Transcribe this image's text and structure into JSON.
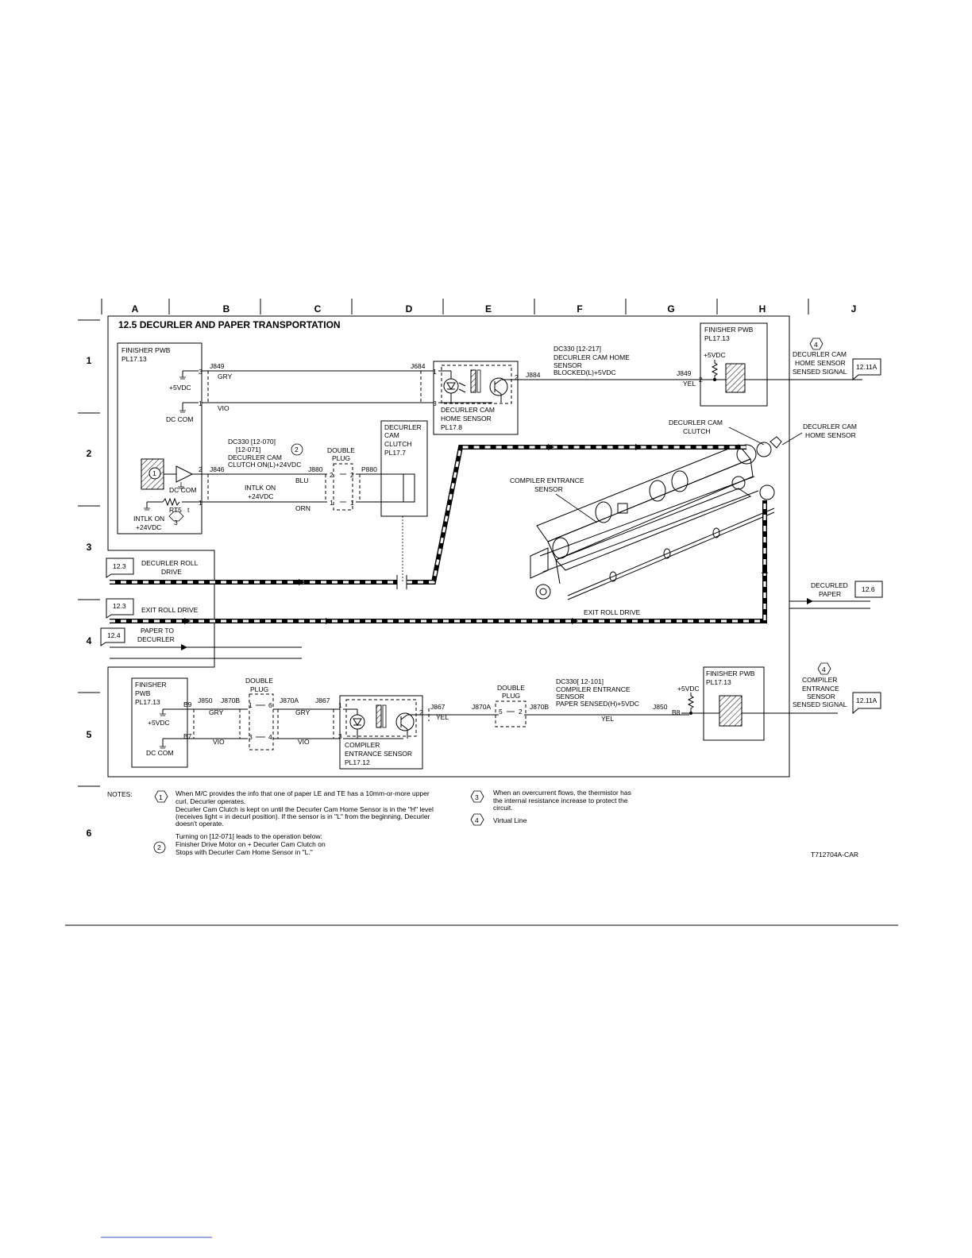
{
  "diagram": {
    "title": "12.5 DECURLER AND PAPER TRANSPORTATION",
    "columns": [
      "A",
      "B",
      "C",
      "D",
      "E",
      "F",
      "G",
      "H",
      "J"
    ],
    "rows": [
      "1",
      "2",
      "3",
      "4",
      "5",
      "6"
    ],
    "figure_id": "T712704A-CAR",
    "top_left_pwb": {
      "name": "FINISHER PWB",
      "pl": "PL17.13",
      "plus5": "+5VDC",
      "dccom": "DC COM",
      "dccom2": "DC COM",
      "intlk": "INTLK ON",
      "intlk_v": "+24VDC",
      "rt": "RT5",
      "rt_t": "t",
      "pins": [
        "3",
        "1",
        "2",
        "1"
      ]
    },
    "wire_j849_left": {
      "conn": "J849",
      "color_top": "GRY",
      "color_bot": "VIO"
    },
    "j684": {
      "conn": "J684",
      "pin1": "1",
      "pin3": "3",
      "pin2": "2",
      "conn_right": "J884"
    },
    "cam_home_sensor": {
      "l1": "DECURLER CAM",
      "l2": "HOME SENSOR",
      "pl": "PL17.8"
    },
    "dc330_top": {
      "l1": "DC330 [12-217]",
      "l2": "DECURLER CAM HOME",
      "l3": "SENSOR",
      "l4": "BLOCKED(L)+5VDC"
    },
    "wire_j849_right": {
      "conn": "J849",
      "color": "YEL",
      "pin": "2"
    },
    "top_right_pwb": {
      "name": "FINISHER PWB",
      "pl": "PL17.13",
      "plus5": "+5VDC"
    },
    "signal_top": {
      "num": "4",
      "l1": "DECURLER CAM",
      "l2": "HOME SENSOR",
      "l3": "SENSED SIGNAL",
      "ref": "12.11A"
    },
    "dc330_mid": {
      "l1": "DC330 [12-070]",
      "l2": "[12-071]",
      "l3": "DECURLER CAM",
      "l4": "CLUTCH ON(L)+24VDC",
      "num": "2"
    },
    "wire_j846": {
      "conn": "J846",
      "pin": "2",
      "color_top": "BLU",
      "color_bot": "ORN",
      "intlk": "INTLK ON",
      "intlk_v": "+24VDC"
    },
    "double_plug_1": {
      "l1": "DOUBLE",
      "l2": "PLUG",
      "conn": "J880",
      "p2a": "2",
      "p2b": "2",
      "p1a": "1",
      "p1b": "1",
      "conn_p": "P880"
    },
    "clutch_box": {
      "l1": "DECURLER",
      "l2": "CAM",
      "l3": "CLUTCH",
      "pl": "PL17.7"
    },
    "labels_right": {
      "clutch_l1": "DECURLER CAM",
      "clutch_l2": "CLUTCH",
      "home_l1": "DECURLER CAM",
      "home_l2": "HOME SENSOR"
    },
    "compiler_label": {
      "l1": "COMPILER ENTRANCE",
      "l2": "SENSOR"
    },
    "drives": {
      "decurler_roll": {
        "ref": "12.3",
        "l1": "DECURLER ROLL",
        "l2": "DRIVE"
      },
      "exit_roll": {
        "ref": "12.3",
        "label": "EXIT ROLL DRIVE"
      },
      "paper_to": {
        "ref": "12.4",
        "l1": "PAPER TO",
        "l2": "DECURLER"
      },
      "decurled": {
        "ref": "12.6",
        "l1": "DECURLED",
        "l2": "PAPER"
      },
      "exit_roll_mid": "EXIT ROLL DRIVE"
    },
    "bottom": {
      "pwb_l1": "FINISHER",
      "pwb_l2": "PWB",
      "pwb_pl": "PL17.13",
      "plus5": "+5VDC",
      "dccom": "DC COM",
      "b9": "B9",
      "b7": "B7",
      "j850": "J850",
      "j870b": "J870B",
      "gry": "GRY",
      "vio": "VIO",
      "dp_l1": "DOUBLE",
      "dp_l2": "PLUG",
      "dp_1": "1",
      "dp_6": "6",
      "dp_3": "3",
      "dp_4": "4",
      "j870a": "J870A",
      "j867": "J867",
      "gry2": "GRY",
      "vio2": "VIO",
      "s_pin1": "1",
      "s_pin3": "3",
      "s_pin2": "2",
      "sens_l1": "COMPILER",
      "sens_l2": "ENTRANCE SENSOR",
      "sens_pl": "PL17.12",
      "j867r": "J867",
      "yel": "YEL",
      "j870a_r": "J870A",
      "dp2_l1": "DOUBLE",
      "dp2_l2": "PLUG",
      "dp2_5": "5",
      "dp2_2": "2",
      "j870b_r": "J870B",
      "dc_l1": "DC330[ 12-101]",
      "dc_l2": "COMPILER ENTRANCE",
      "dc_l3": "SENSOR",
      "dc_l4": "PAPER SENSED(H)+5VDC",
      "yel2": "YEL",
      "j850r": "J850",
      "b8": "B8",
      "plus5r": "+5VDC",
      "pwb2_name": "FINISHER PWB",
      "pwb2_pl": "PL17.13",
      "sig_num": "4",
      "sig_l1": "COMPILER",
      "sig_l2": "ENTRANCE",
      "sig_l3": "SENSOR",
      "sig_l4": "SENSED SIGNAL",
      "sig_ref": "12.11A"
    },
    "notes": {
      "label": "NOTES:",
      "n1": "1",
      "n1_lines": [
        "When M/C provides the info that one of paper LE and TE has a 10mm-or-more upper",
        "curl, Decurler operates.",
        "Decurler Cam Clutch is kept on until the Decurler Cam Home Sensor is in the \"H\" level",
        "(receives light = in decurl position).  If the sensor is in \"L\" from the beginning, Decurler",
        "doesn't operate."
      ],
      "n2": "2",
      "n2_lines": [
        "Turning on [12-071] leads to the operation below:",
        "Finisher Drive Motor on + Decurler Cam Clutch on",
        "Stops with Decurler Cam Home Sensor in \"L.\""
      ],
      "n3": "3",
      "n3_lines": [
        "When an overcurrent flows, the thermistor has",
        "the internal resistance increase to protect the",
        "circuit."
      ],
      "n4": "4",
      "n4_text": "Virtual Line"
    }
  }
}
